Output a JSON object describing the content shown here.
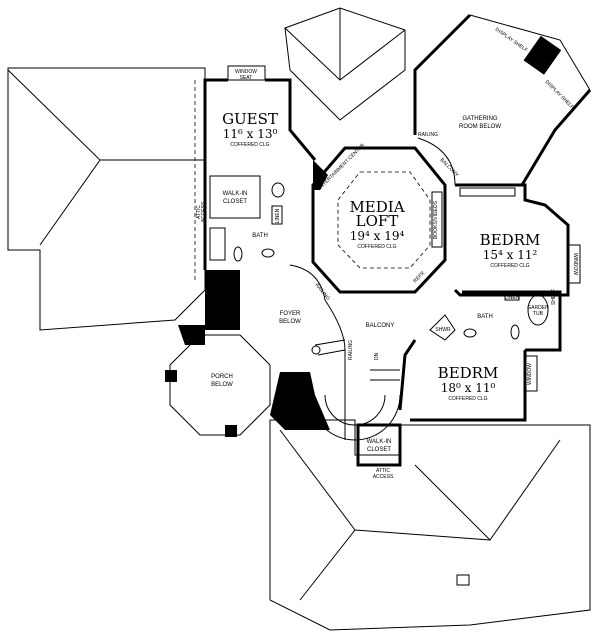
{
  "rooms": {
    "guest": {
      "name": "GUEST",
      "dims": "11⁶ x 13⁰",
      "note": "COFFERED CLG"
    },
    "media_loft": {
      "name_line1": "MEDIA",
      "name_line2": "LOFT",
      "dims": "19⁴ x 19⁴",
      "note": "COFFERED CLG"
    },
    "bedrm_right": {
      "name": "BEDRM",
      "dims": "15⁴ x 11²",
      "note": "COFFERED CLG"
    },
    "bedrm_bottom": {
      "name": "BEDRM",
      "dims": "18⁰ x 11⁰",
      "note": "COFFERED CLG"
    },
    "gathering": {
      "line1": "GATHERING",
      "line2": "ROOM BELOW"
    },
    "foyer": {
      "line1": "FOYER",
      "line2": "BELOW"
    },
    "porch": {
      "line1": "PORCH",
      "line2": "BELOW"
    },
    "balcony": "BALCONY"
  },
  "labels": {
    "window_seat_line1": "WINDOW",
    "window_seat_line2": "SEAT",
    "walk_in_closet_line1": "WALK-IN",
    "walk_in_closet_line2": "CLOSET",
    "bath": "BATH",
    "linen": "LINEN",
    "attic_access_line1": "ATTIC",
    "attic_access_line2": "ACCESS",
    "entertainment_center": "ENTERTAINMENT CENTER",
    "railing": "RAILING",
    "balcony": "BALCONY",
    "books_videos": "BOOKS/VIDEOS",
    "refr": "REFR",
    "display_shelf": "DISPLAY SHELF",
    "garden_tub_line1": "GARDEN",
    "garden_tub_line2": "TUB",
    "shelf": "SHELF",
    "shwr": "SHWR",
    "dn": "DN"
  }
}
